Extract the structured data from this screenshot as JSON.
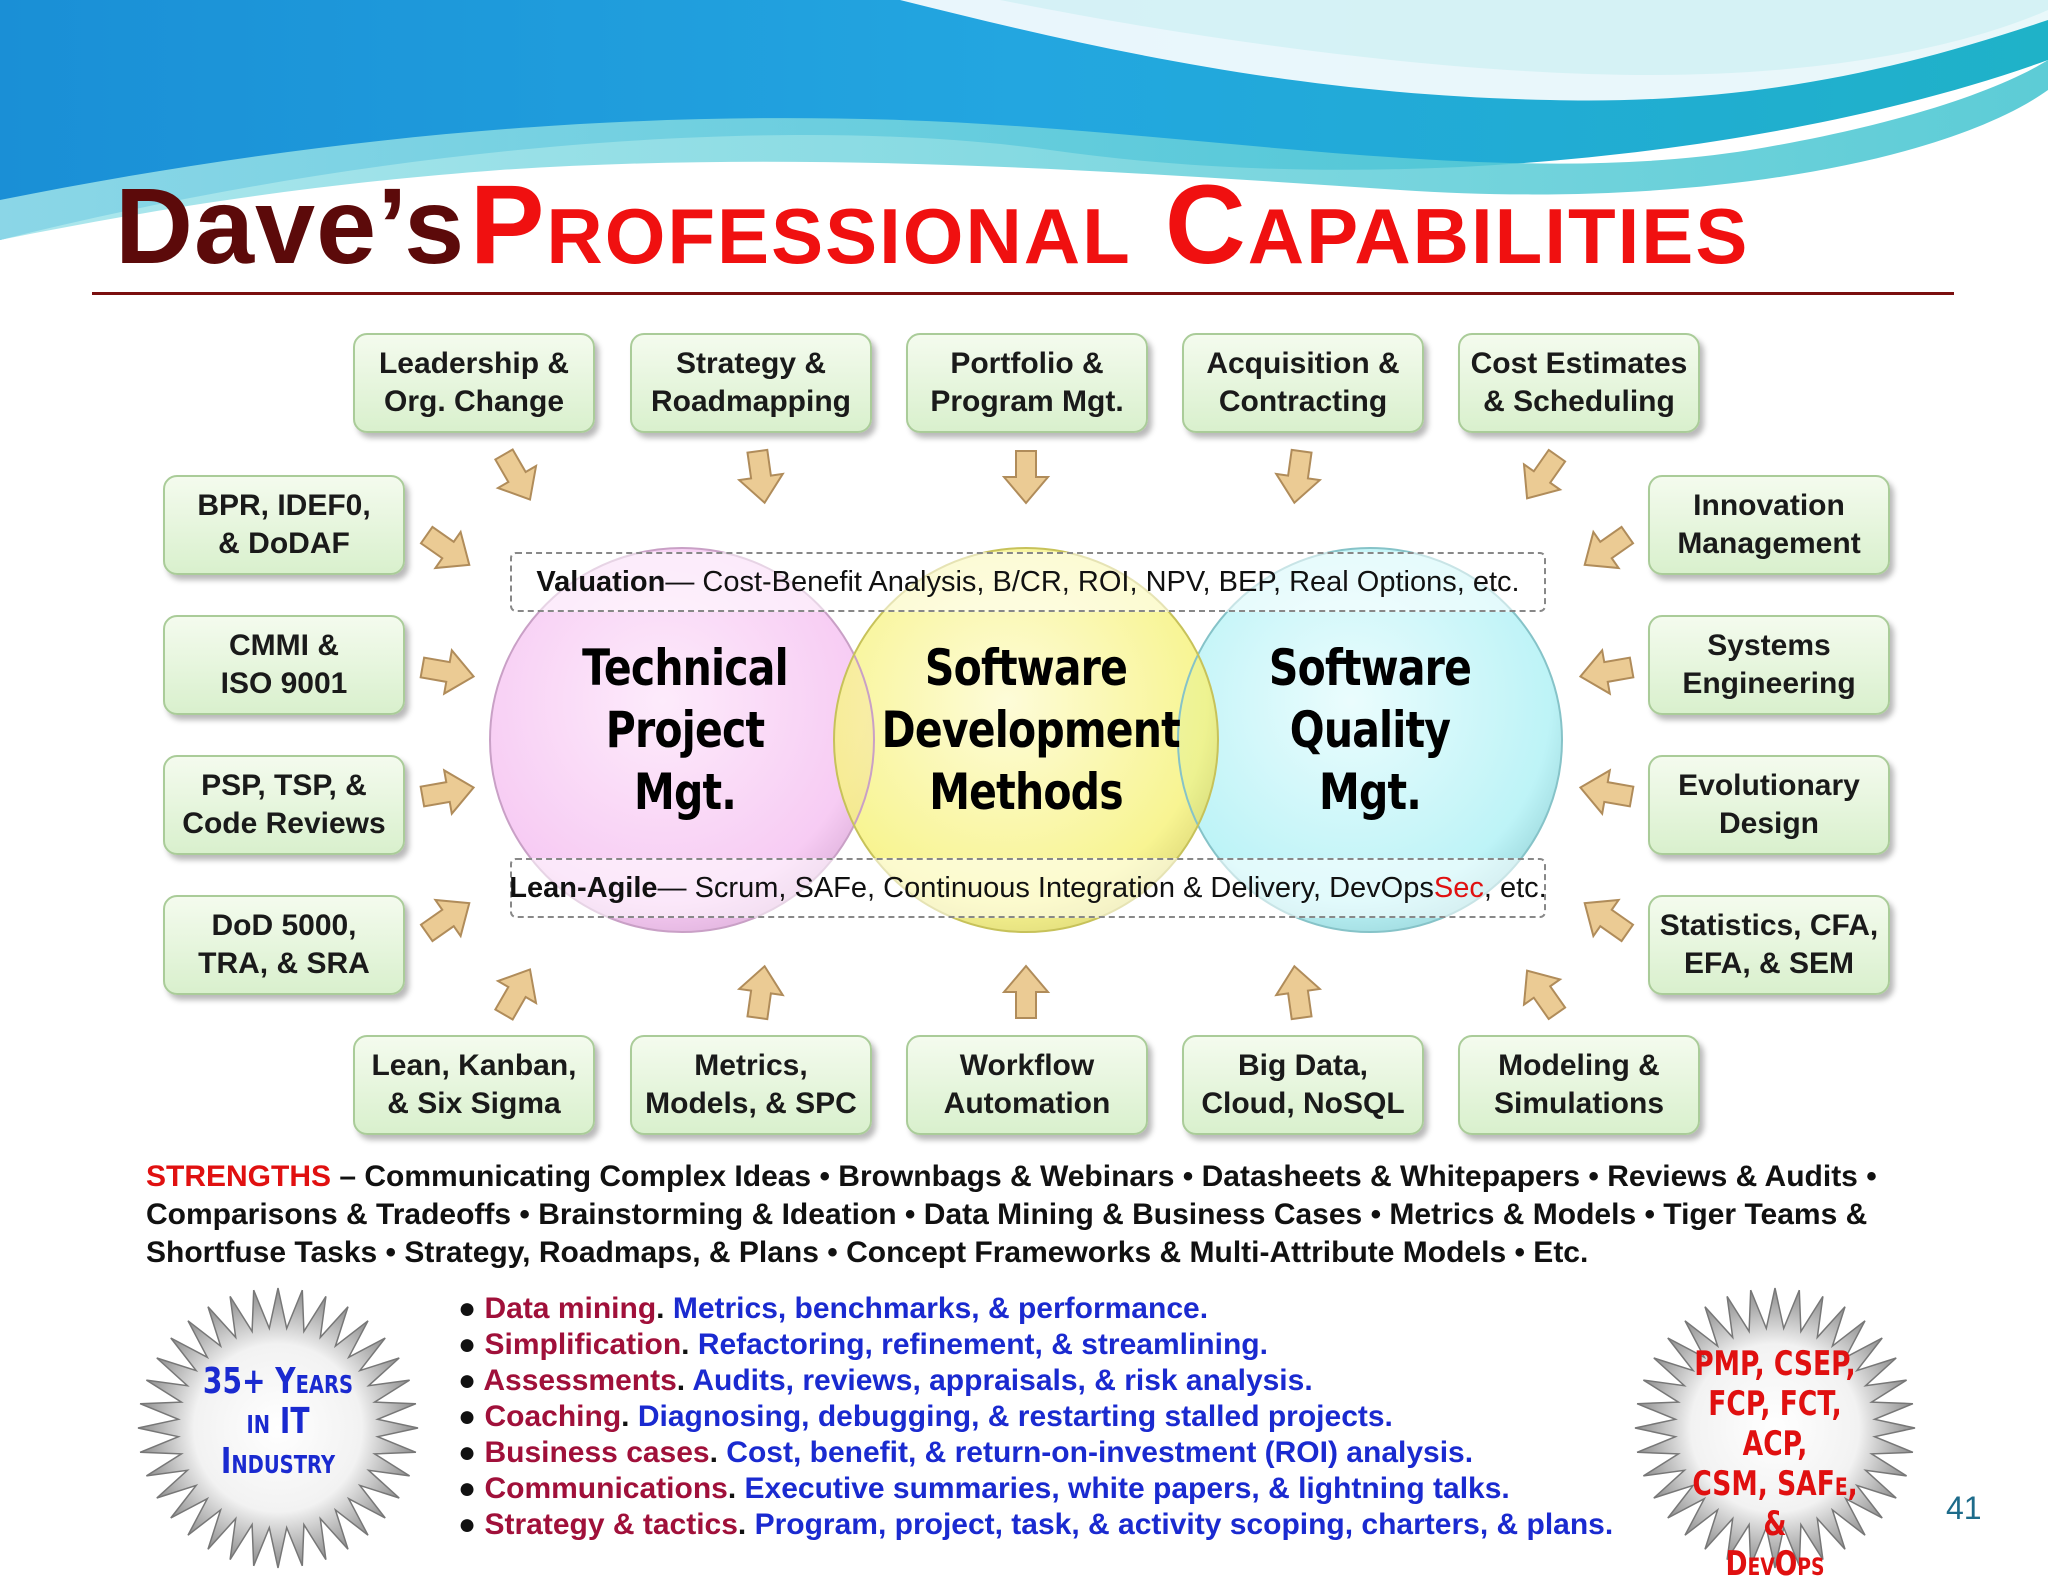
{
  "title": {
    "part1": "Dave’s",
    "part2": "Professional Capabilities"
  },
  "top_boxes": [
    "Leadership &\nOrg. Change",
    "Strategy &\nRoadmapping",
    "Portfolio &\nProgram Mgt.",
    "Acquisition &\nContracting",
    "Cost Estimates\n& Scheduling"
  ],
  "left_boxes": [
    "BPR, IDEF0,\n& DoDAF",
    "CMMI &\nISO 9001",
    "PSP, TSP, &\nCode Reviews",
    "DoD 5000,\nTRA, & SRA"
  ],
  "right_boxes": [
    "Innovation\nManagement",
    "Systems\nEngineering",
    "Evolutionary\nDesign",
    "Statistics, CFA,\nEFA, & SEM"
  ],
  "bottom_boxes": [
    "Lean, Kanban,\n& Six Sigma",
    "Metrics,\nModels, & SPC",
    "Workflow\nAutomation",
    "Big Data,\nCloud, NoSQL",
    "Modeling &\nSimulations"
  ],
  "venn": {
    "left": "Technical\nProject\nMgt.",
    "center": "Software\nDevelopment\nMethods",
    "right": "Software\nQuality\nMgt.",
    "colors": {
      "left": "#f6c6f2",
      "center": "#f6f27a",
      "right": "#b6f2f6"
    }
  },
  "bands": {
    "valuation_label": "Valuation",
    "valuation_text": " — Cost-Benefit Analysis, B/CR, ROI, NPV, BEP, Real Options, etc.",
    "lean_label": "Lean-Agile",
    "lean_text_a": " — Scrum, SAFe, Continuous Integration & Delivery, DevOps",
    "lean_text_sec": "Sec",
    "lean_text_b": ", etc."
  },
  "strengths": {
    "label": "STRENGTHS",
    "text": " – Communicating Complex Ideas • Brownbags & Webinars • Datasheets & Whitepapers • Reviews & Audits • Comparisons & Tradeoffs • Brainstorming & Ideation • Data Mining & Business Cases • Metrics & Models • Tiger Teams & Shortfuse Tasks • Strategy, Roadmaps, & Plans • Concept Frameworks & Multi-Attribute Models • Etc."
  },
  "bullets": [
    {
      "a": "Data mining",
      "b": "Metrics, benchmarks, & performance."
    },
    {
      "a": "Simplification",
      "b": "Refactoring, refinement, & streamlining."
    },
    {
      "a": "Assessments",
      "b": "Audits, reviews, appraisals, & risk analysis."
    },
    {
      "a": "Coaching",
      "b": "Diagnosing, debugging, & restarting stalled projects."
    },
    {
      "a": "Business cases",
      "b": "Cost, benefit, & return-on-investment (ROI) analysis."
    },
    {
      "a": "Communications",
      "b": "Executive summaries, white papers, & lightning talks."
    },
    {
      "a": "Strategy & tactics",
      "b": "Program, project, task, & activity scoping, charters, & plans."
    }
  ],
  "star_left": {
    "text": "35+ Years\nin IT\nIndustry",
    "color": "#1a2ad0"
  },
  "star_right": {
    "text": "PMP, CSEP,\nFCP, FCT, ACP,\nCSM, SAFe, &\nDevOps",
    "color": "#e01010"
  },
  "page_number": "41",
  "colors": {
    "title_dark": "#5c0a0a",
    "title_red": "#f01010",
    "box_fill": "#dcf1d0",
    "arrow": "#e8c48a"
  }
}
